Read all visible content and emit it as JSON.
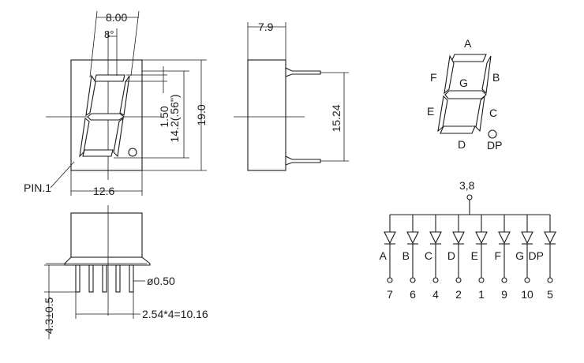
{
  "front_view": {
    "dim_width_top": "8.00",
    "dim_angle": "8°",
    "dim_seg_thickness": "1.50",
    "dim_digit_height": "14.2(.56\")",
    "dim_body_height": "19.0",
    "dim_body_width": "12.6",
    "pin1_label": "PIN.1"
  },
  "side_view": {
    "dim_depth": "7.9",
    "dim_pin_span": "15.24"
  },
  "bottom_view": {
    "dim_pin_length": "4.3±0.5",
    "dim_pin_diameter": "ø0.50",
    "dim_pin_pitch": "2.54*4=10.16"
  },
  "segment_map": {
    "labels": [
      "A",
      "B",
      "C",
      "D",
      "E",
      "F",
      "G",
      "DP"
    ]
  },
  "schematic": {
    "common_pin": "3,8",
    "diodes": [
      {
        "segment": "A",
        "pin": "7"
      },
      {
        "segment": "B",
        "pin": "6"
      },
      {
        "segment": "C",
        "pin": "4"
      },
      {
        "segment": "D",
        "pin": "2"
      },
      {
        "segment": "E",
        "pin": "1"
      },
      {
        "segment": "F",
        "pin": "9"
      },
      {
        "segment": "G",
        "pin": "10"
      },
      {
        "segment": "DP",
        "pin": "5"
      }
    ]
  },
  "colors": {
    "ink": "#1a1a1a",
    "background": "#ffffff"
  }
}
